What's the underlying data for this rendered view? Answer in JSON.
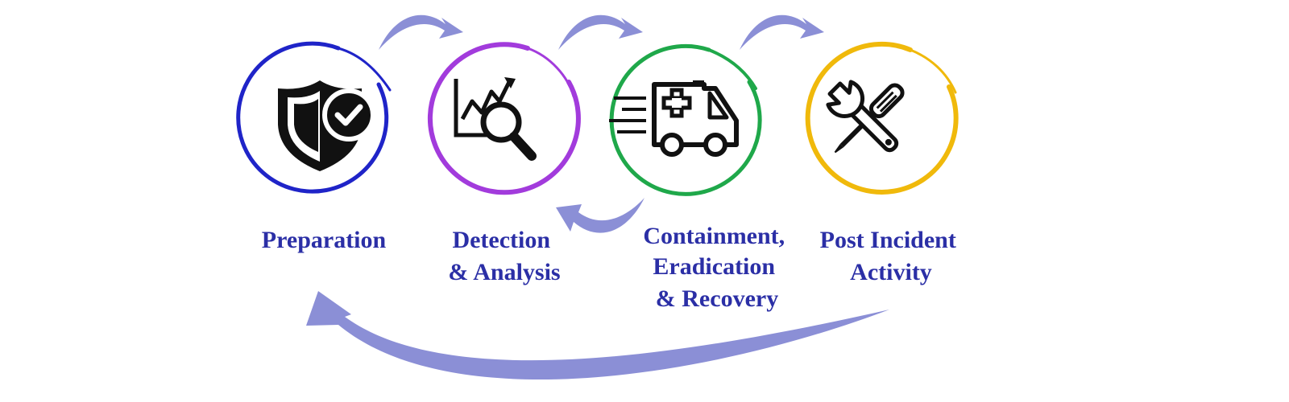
{
  "colors": {
    "label_text": "#2b2fa6",
    "arrow": "#8b8fd6",
    "icon": "#111111"
  },
  "stages": [
    {
      "id": "preparation",
      "icon": "shield-check-icon",
      "ring_color": "#1f24c8",
      "label_lines": [
        "Preparation"
      ]
    },
    {
      "id": "detection-analysis",
      "icon": "chart-magnifier-icon",
      "ring_color": "#a23bdc",
      "label_lines": [
        "Detection",
        "& Analysis"
      ]
    },
    {
      "id": "containment-eradication-recovery",
      "icon": "ambulance-icon",
      "ring_color": "#1fa84a",
      "label_lines": [
        "Containment,",
        "Eradication",
        "& Recovery"
      ]
    },
    {
      "id": "post-incident-activity",
      "icon": "wrench-screwdriver-icon",
      "ring_color": "#f0b90b",
      "label_lines": [
        "Post Incident",
        "Activity"
      ]
    }
  ],
  "flows": [
    {
      "from": "preparation",
      "to": "detection-analysis"
    },
    {
      "from": "detection-analysis",
      "to": "containment-eradication-recovery"
    },
    {
      "from": "containment-eradication-recovery",
      "to": "post-incident-activity"
    },
    {
      "from": "containment-eradication-recovery",
      "to": "detection-analysis"
    },
    {
      "from": "post-incident-activity",
      "to": "preparation"
    }
  ]
}
